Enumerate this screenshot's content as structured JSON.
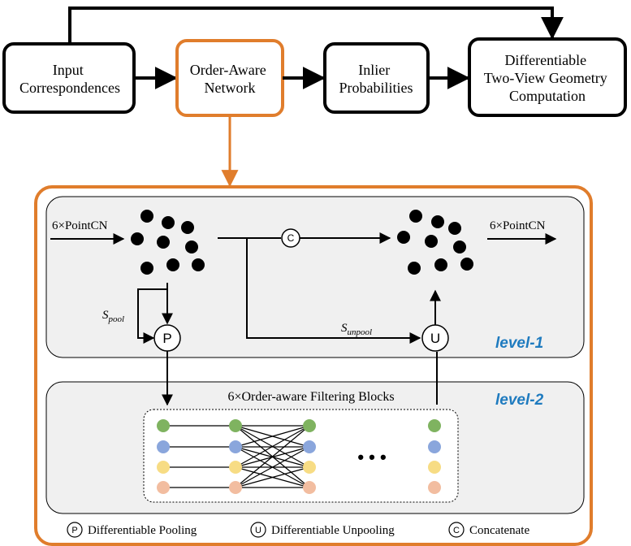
{
  "flow": {
    "input": [
      "Input",
      "Correspondences"
    ],
    "network": [
      "Order-Aware",
      "Network"
    ],
    "inlier": [
      "Inlier",
      "Probabilities"
    ],
    "geometry": [
      "Differentiable",
      "Two-View Geometry",
      "Computation"
    ]
  },
  "level1": {
    "label": "level-1",
    "pointcn_left": "6×PointCN",
    "pointcn_right": "6×PointCN",
    "s_pool": "S",
    "s_pool_sub": "pool",
    "s_unpool": "S",
    "s_unpool_sub": "unpool"
  },
  "level2": {
    "label": "level-2",
    "blocks_title": "6×Order-aware Filtering Blocks",
    "ellipsis": "• • •"
  },
  "symbols": {
    "pool": "P",
    "unpool": "U",
    "concat": "C"
  },
  "legend": {
    "pool": "Differentiable Pooling",
    "unpool": "Differentiable Unpooling",
    "concat": "Concatenate"
  },
  "colors": {
    "orange": "#e07d2c",
    "panel": "#f0f0f0",
    "green": "#7fb360",
    "blue": "#8aa6dc",
    "yellow": "#f7dc84",
    "peach": "#f2bda0",
    "level_text": "#1f7bbf"
  }
}
